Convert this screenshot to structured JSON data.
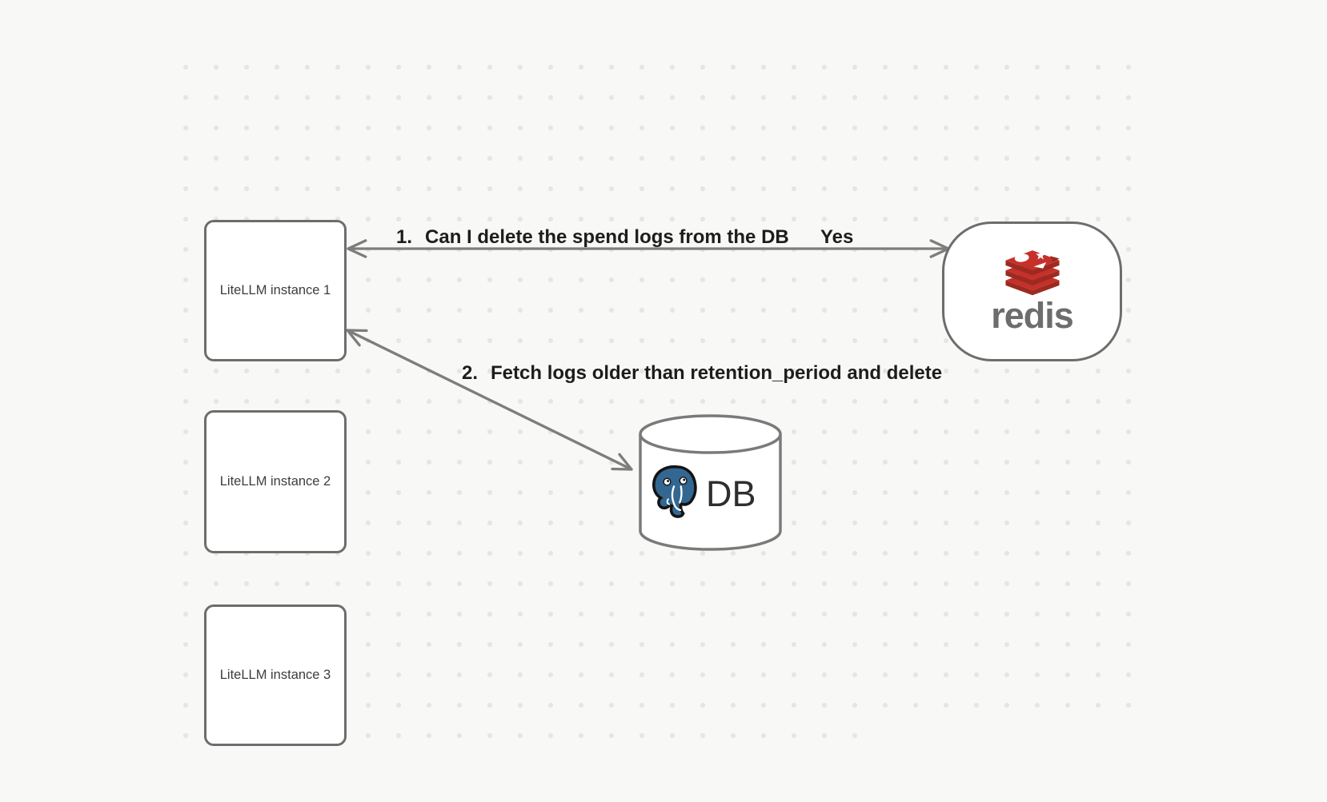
{
  "canvas": {
    "background_color": "#f8f8f6",
    "dot_color": "#e5e5e3"
  },
  "nodes": {
    "instances": [
      {
        "label": "LiteLLM instance 1"
      },
      {
        "label": "LiteLLM instance 2"
      },
      {
        "label": "LiteLLM instance 3"
      }
    ],
    "redis": {
      "label": "redis",
      "logo": "redis-stack-logo",
      "brand_red": "#c6302b",
      "brand_red_dark": "#9c2a20",
      "text_color": "#6d6d6d"
    },
    "db": {
      "label": "DB",
      "logo": "postgresql-elephant-logo",
      "postgres_blue": "#336791"
    }
  },
  "arrows": [
    {
      "number": "1.",
      "label": "Can I delete the spend logs from the DB",
      "response": "Yes",
      "between": [
        "LiteLLM instance 1",
        "redis"
      ],
      "direction": "bidirectional"
    },
    {
      "number": "2.",
      "label": "Fetch logs older than retention_period and delete",
      "between": [
        "LiteLLM instance 1",
        "DB"
      ],
      "direction": "bidirectional"
    }
  ],
  "colors": {
    "node_border": "#6d6d6d",
    "arrow": "#7d7d7d",
    "label_text": "#1d1d1d",
    "node_text": "#3d3d3d"
  }
}
